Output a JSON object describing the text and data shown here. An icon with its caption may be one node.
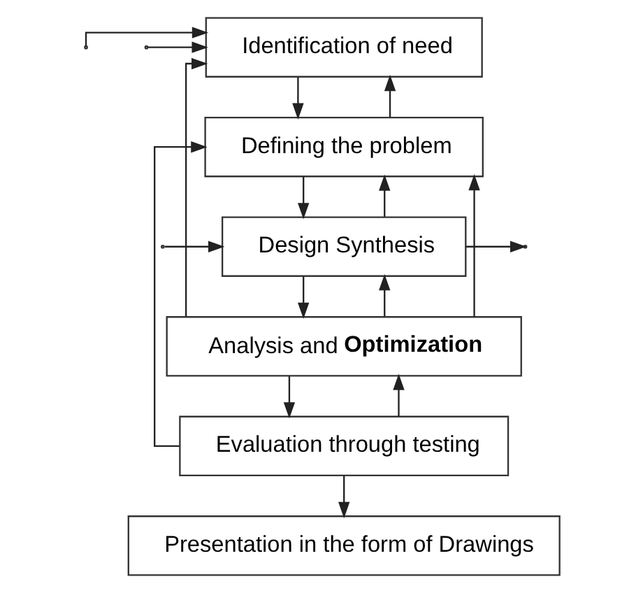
{
  "diagram": {
    "nodes": [
      {
        "text": [
          "Identification of need"
        ]
      },
      {
        "text": [
          "Defining the problem"
        ]
      },
      {
        "text": [
          "Design Synthesis"
        ]
      },
      {
        "text": [
          "Analysis and **Optimization**"
        ]
      },
      {
        "text": [
          "Evaluation through testing"
        ]
      },
      {
        "text": [
          "Presentation in the form of Drawings"
        ]
      }
    ],
    "edges": [
      {
        "from": 0,
        "to": 1,
        "arrow": "to"
      },
      {
        "from": 1,
        "to": 2,
        "arrow": "to"
      },
      {
        "from": 2,
        "to": 3,
        "arrow": "to"
      },
      {
        "from": 3,
        "to": 4,
        "arrow": "to"
      },
      {
        "from": 4,
        "to": 5,
        "arrow": "to"
      },
      {
        "from": null,
        "to": 0,
        "arrow": "to"
      },
      {
        "from": 3,
        "to": 0,
        "arrow": "to"
      },
      {
        "from": 4,
        "to": 1,
        "arrow": "to"
      },
      {
        "from": 3,
        "to": 1,
        "arrow": "to"
      },
      {
        "from": 3,
        "to": 2,
        "arrow": "to"
      },
      {
        "from": null,
        "to": 0,
        "arrow": "to"
      },
      {
        "from": 1,
        "to": 0,
        "arrow": "to"
      },
      {
        "from": 2,
        "to": 1,
        "arrow": "to"
      },
      {
        "from": 2,
        "to": null,
        "arrow": "to"
      },
      {
        "from": null,
        "to": 2,
        "arrow": "to"
      },
      {
        "from": 4,
        "to": 3,
        "arrow": "to"
      }
    ]
  }
}
